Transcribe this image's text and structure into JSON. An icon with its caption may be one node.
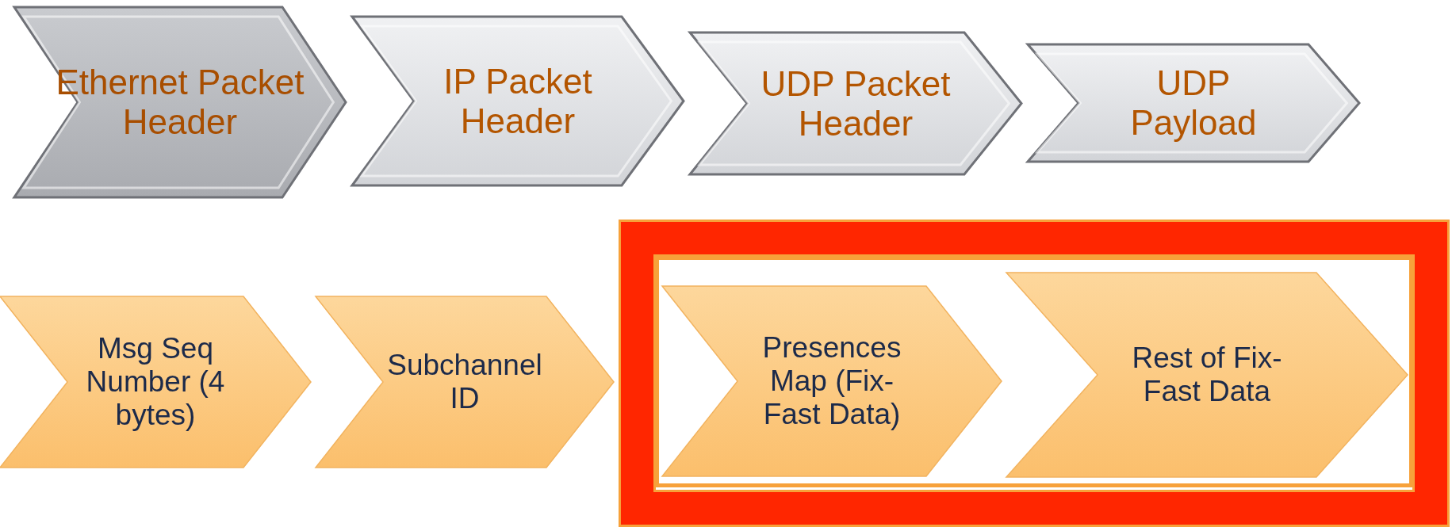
{
  "diagram": {
    "nodes": [
      {
        "text": [
          "Ethernet Packet Header"
        ]
      },
      {
        "text": [
          "IP Packet Header"
        ]
      },
      {
        "text": [
          "UDP Packet Header"
        ]
      },
      {
        "text": [
          "UDP Payload"
        ]
      },
      {
        "text": [
          "Msg Seq Number (4 bytes)"
        ]
      },
      {
        "text": [
          "Subchannel ID"
        ]
      },
      {
        "text": [],
        "shape": "box"
      },
      {
        "text": [],
        "shape": "box",
        "in": 6
      },
      {
        "text": [
          "Presences Map (Fix-Fast Data)"
        ],
        "in": 7
      },
      {
        "text": [
          "Rest of Fix-Fast Data"
        ],
        "in": 7
      }
    ],
    "edges": []
  }
}
